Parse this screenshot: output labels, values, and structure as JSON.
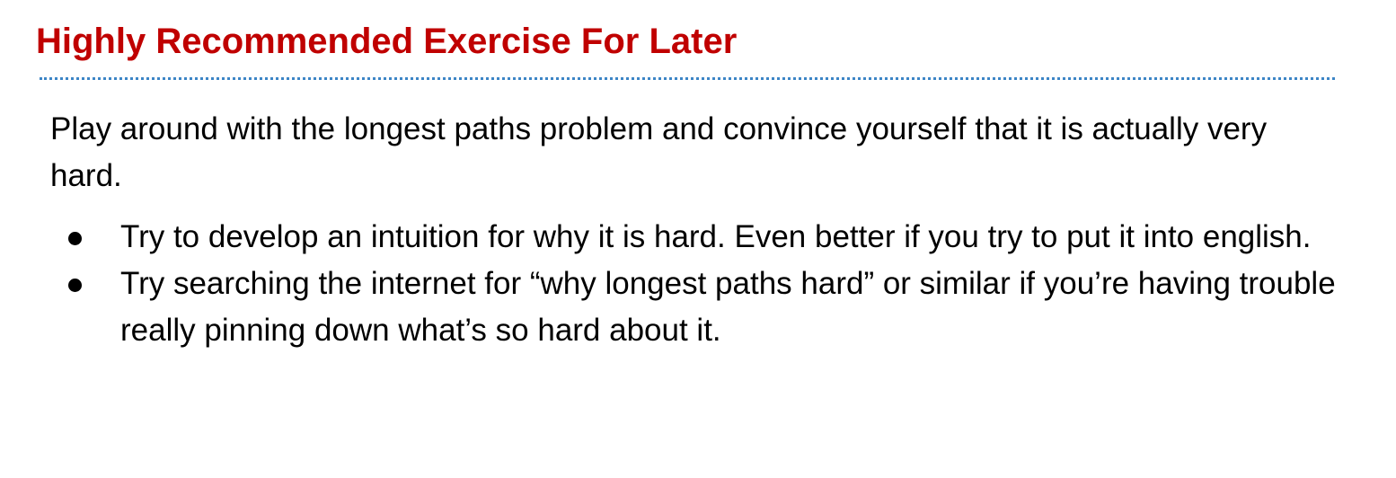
{
  "slide": {
    "title": "Highly Recommended Exercise For Later",
    "intro": "Play around with the longest paths problem and convince yourself that it is actually very hard.",
    "bullets": [
      {
        "text": "Try to develop an intuition for why it is hard. Even better if you try to put it into english."
      },
      {
        "text": "Try searching the internet for “why longest paths hard” or similar if you’re having trouble really pinning down what’s so hard about it."
      }
    ]
  },
  "colors": {
    "title": "#c00000",
    "divider": "#3d85c6",
    "text": "#000000",
    "bullet": "#000000"
  },
  "icons": {
    "bullet": "filled-circle"
  }
}
